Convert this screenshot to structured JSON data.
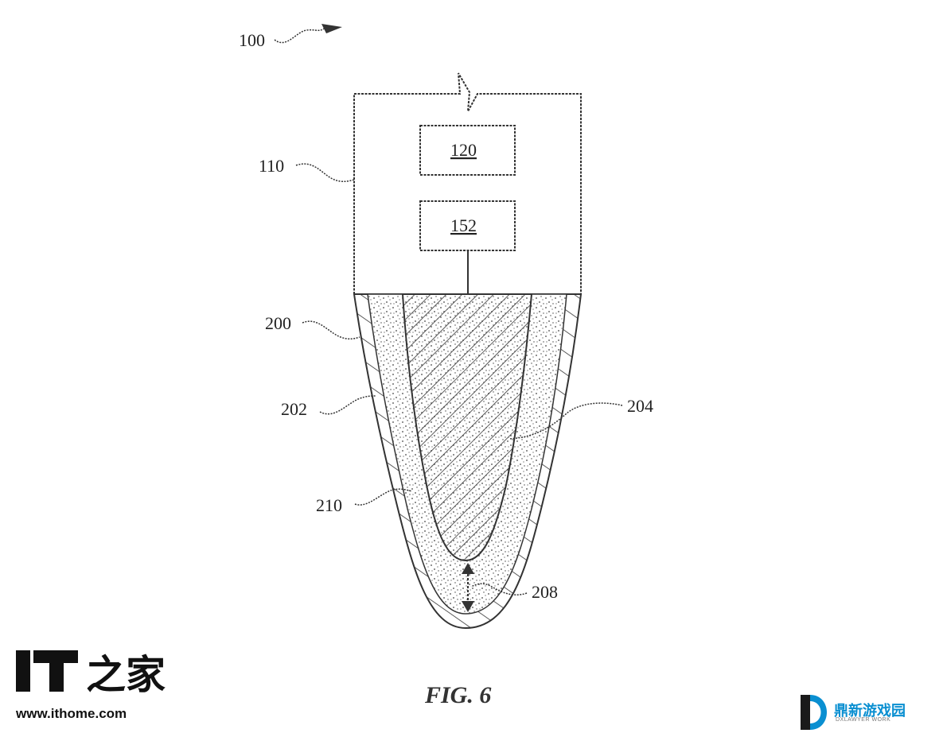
{
  "figure": {
    "caption": "FIG. 6",
    "reference_numerals": {
      "system": "100",
      "housing": "110",
      "box_upper": "120",
      "box_lower": "152",
      "tip": "200",
      "outer_layer": "202",
      "core": "204",
      "gap": "208",
      "inner_layer": "210"
    }
  },
  "watermarks": {
    "left_logo_text": "IT之家",
    "left_url": "www.ithome.com",
    "right_logo_text": "鼎新游戏园",
    "right_subtext": "DXLAWYER WORK",
    "right_color": "#0a8fd1"
  }
}
